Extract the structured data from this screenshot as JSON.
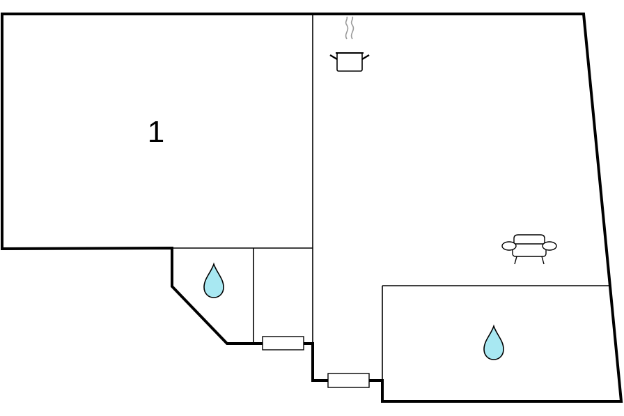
{
  "colors": {
    "wall": "#000000",
    "background": "#ffffff",
    "water": "#a8e8f2",
    "steam": "#999999"
  },
  "rooms": [
    {
      "id": "room-1",
      "label": "1"
    }
  ],
  "icons": [
    {
      "name": "cooking-pot-icon",
      "meaning": "kitchen"
    },
    {
      "name": "sofa-icon",
      "meaning": "living room"
    },
    {
      "name": "water-drop-icon",
      "meaning": "bathroom"
    },
    {
      "name": "water-drop-icon",
      "meaning": "bathroom"
    }
  ]
}
